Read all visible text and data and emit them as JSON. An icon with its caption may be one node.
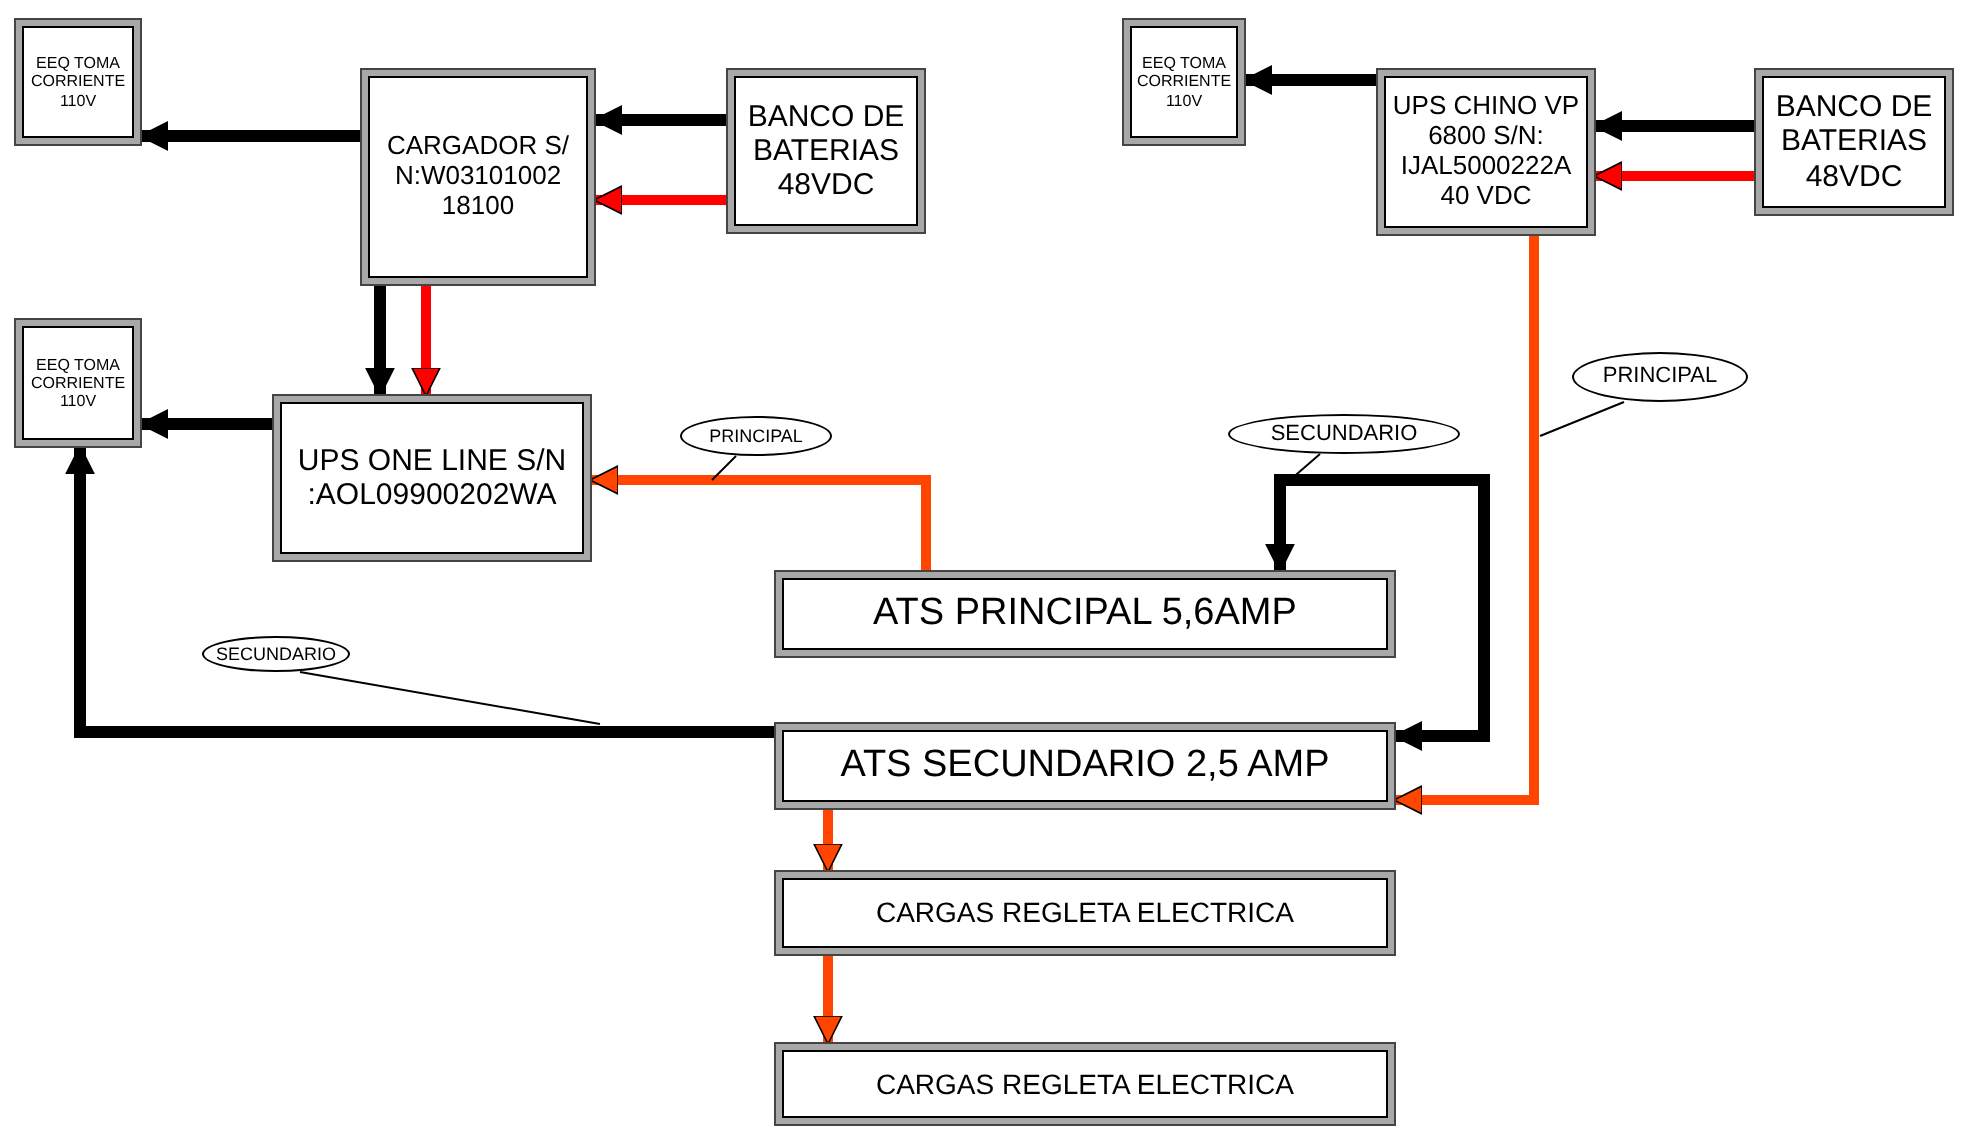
{
  "diagram": {
    "nodes": [
      {
        "text": [
          "EEQ TOMA CORRIENTE 110V"
        ]
      },
      {
        "text": [
          "CARGADOR S/ N:W03101002 18100"
        ]
      },
      {
        "text": [
          "BANCO DE BATERIAS 48VDC"
        ]
      },
      {
        "text": [
          "EEQ TOMA CORRIENTE 110V"
        ]
      },
      {
        "text": [
          "UPS ONE LINE S/N :AOL09900202WA"
        ]
      },
      {
        "text": [
          "EEQ TOMA CORRIENTE 110V"
        ]
      },
      {
        "text": [
          "UPS CHINO VP 6800 S/N: IJAL5000222A 40 VDC"
        ]
      },
      {
        "text": [
          "BANCO DE BATERIAS 48VDC"
        ]
      },
      {
        "text": [
          "ATS PRINCIPAL 5,6AMP"
        ]
      },
      {
        "text": [
          "ATS SECUNDARIO 2,5 AMP"
        ]
      },
      {
        "text": [
          "CARGAS REGLETA ELECTRICA"
        ]
      },
      {
        "text": [
          "CARGAS REGLETA ELECTRICA"
        ]
      },
      {
        "text": [
          "PRINCIPAL"
        ]
      },
      {
        "text": [
          "PRINCIPAL"
        ]
      },
      {
        "text": [
          "SECUNDARIO"
        ]
      },
      {
        "text": [
          "SECUNDARIO"
        ]
      }
    ],
    "edges": [
      {
        "from": 1,
        "to": 0,
        "arrow": "to"
      },
      {
        "from": 2,
        "to": 1,
        "arrow": "to"
      },
      {
        "from": 2,
        "to": 1,
        "arrow": "to",
        "color": "#ff0000"
      },
      {
        "from": 1,
        "to": 4,
        "arrow": "to"
      },
      {
        "from": 1,
        "to": 4,
        "arrow": "to",
        "color": "#ff0000"
      },
      {
        "from": 4,
        "to": 3,
        "arrow": "to"
      },
      {
        "from": 8,
        "to": 4,
        "arrow": "to",
        "color": "#ff4500"
      },
      {
        "from": 6,
        "to": 5,
        "arrow": "to"
      },
      {
        "from": 7,
        "to": 6,
        "arrow": "to"
      },
      {
        "from": 7,
        "to": 6,
        "arrow": "to",
        "color": "#ff0000"
      },
      {
        "from": 6,
        "to": 9,
        "arrow": "to",
        "color": "#ff4500"
      },
      {
        "from": 9,
        "to": 3,
        "arrow": "to"
      },
      {
        "from": 8,
        "to": 9,
        "arrow": "both"
      },
      {
        "from": 9,
        "to": 10,
        "arrow": "to",
        "color": "#ff4500"
      },
      {
        "from": 10,
        "to": 11,
        "arrow": "to",
        "color": "#ff4500"
      },
      {
        "from": 12,
        "to": null,
        "arrow": "none"
      },
      {
        "from": 13,
        "to": null,
        "arrow": "none"
      },
      {
        "from": 14,
        "to": null,
        "arrow": "none"
      },
      {
        "from": 15,
        "to": null,
        "arrow": "none"
      }
    ]
  }
}
